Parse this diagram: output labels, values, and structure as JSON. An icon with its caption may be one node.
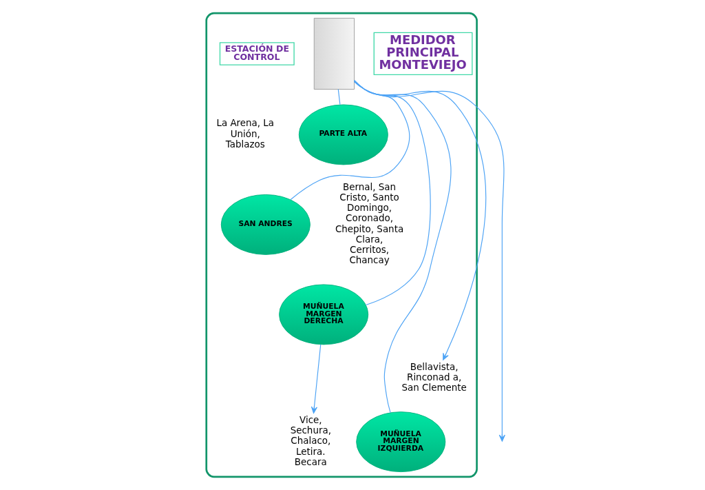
{
  "diagram": {
    "nodes": [
      {
        "text": [],
        "shape": "box"
      },
      {
        "text": [
          "ESTACIÓN DE CONTROL"
        ],
        "in": 0
      },
      {
        "text": [
          "MEDIDOR PRINCIPAL MONTEVIEJO"
        ],
        "in": 0
      },
      {
        "text": [],
        "shape": "picture",
        "in": 0
      },
      {
        "text": [
          "PARTE ALTA"
        ],
        "beside": [
          "La Arena, La Unión, Tablazos"
        ],
        "in": 0
      },
      {
        "text": [
          "SAN ANDRES"
        ],
        "beside": [
          "Bernal, San Cristo, Santo Domingo, Coronado, Chepito, Santa Clara, Cerritos, Chancay"
        ],
        "in": 0
      },
      {
        "text": [
          "MUÑUELA MARGEN DERECHA"
        ],
        "in": 0
      },
      {
        "text": [
          "Vice, Sechura, Chalaco, Letira. Becara"
        ],
        "in": 0
      },
      {
        "text": [
          "MUÑUELA MARGEN IZQUIERDA"
        ],
        "in": 0
      },
      {
        "text": [
          "Bellavista, Rinconad a, San Clemente"
        ],
        "in": 0
      }
    ],
    "edges": [
      {
        "from": 3,
        "to": 4,
        "arrow": "none"
      },
      {
        "from": 3,
        "to": 5,
        "arrow": "none"
      },
      {
        "from": 3,
        "to": 6,
        "arrow": "none"
      },
      {
        "from": 6,
        "to": 7,
        "arrow": "to"
      },
      {
        "from": 3,
        "to": null,
        "arrow": "to"
      },
      {
        "from": 3,
        "to": 8,
        "arrow": "none"
      },
      {
        "from": 3,
        "to": 9,
        "arrow": "to"
      }
    ]
  }
}
